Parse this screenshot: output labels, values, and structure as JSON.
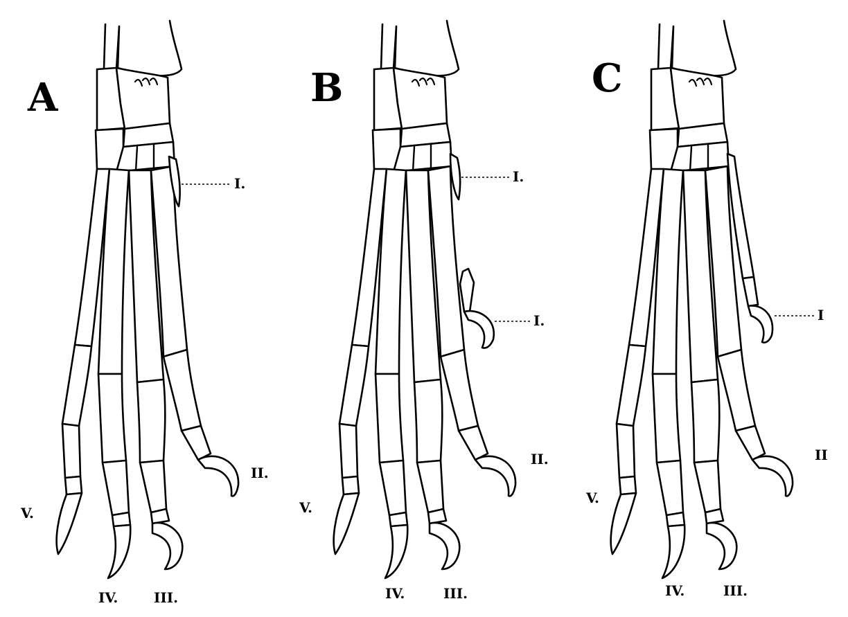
{
  "panels": [
    {
      "letter": "A",
      "labels": {
        "v": "V.",
        "iv": "IV.",
        "iii": "III.",
        "ii": "II.",
        "i_upper": "I.",
        "i_lower": ""
      }
    },
    {
      "letter": "B",
      "labels": {
        "v": "V.",
        "iv": "IV.",
        "iii": "III.",
        "ii": "II.",
        "i_upper": "I.",
        "i_lower": "I."
      }
    },
    {
      "letter": "C",
      "labels": {
        "v": "V.",
        "iv": "IV.",
        "iii": "III.",
        "ii": "II",
        "i_upper": "",
        "i_lower": "I"
      }
    }
  ],
  "colors": {
    "ink": "#000000",
    "paper": "#ffffff"
  }
}
